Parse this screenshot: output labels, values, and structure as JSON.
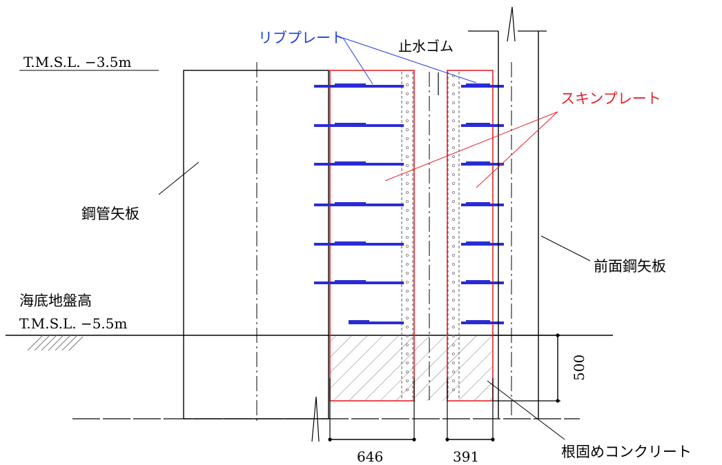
{
  "labels": {
    "rib_plate": "リブプレート",
    "waterstop_rubber": "止水ゴム",
    "skin_plate": "スキンプレート",
    "top_level": "T.M.S.L. −3.5m",
    "steel_pipe_sheet_pile": "鋼管矢板",
    "front_steel_sheet_pile": "前面鋼矢板",
    "seabed_level": "海底地盤高",
    "bottom_level": "T.M.S.L. −5.5m",
    "root_concrete": "根固めコンクリート"
  },
  "dimensions": {
    "height": "500",
    "left_width": "646",
    "right_width": "391"
  },
  "colors": {
    "line": "#000000",
    "skin_plate": "#e8202a",
    "rib_plate": "#2b2bd6",
    "rib_label": "#1f3fe0",
    "skin_label": "#e8202a",
    "hatch": "#777777"
  }
}
